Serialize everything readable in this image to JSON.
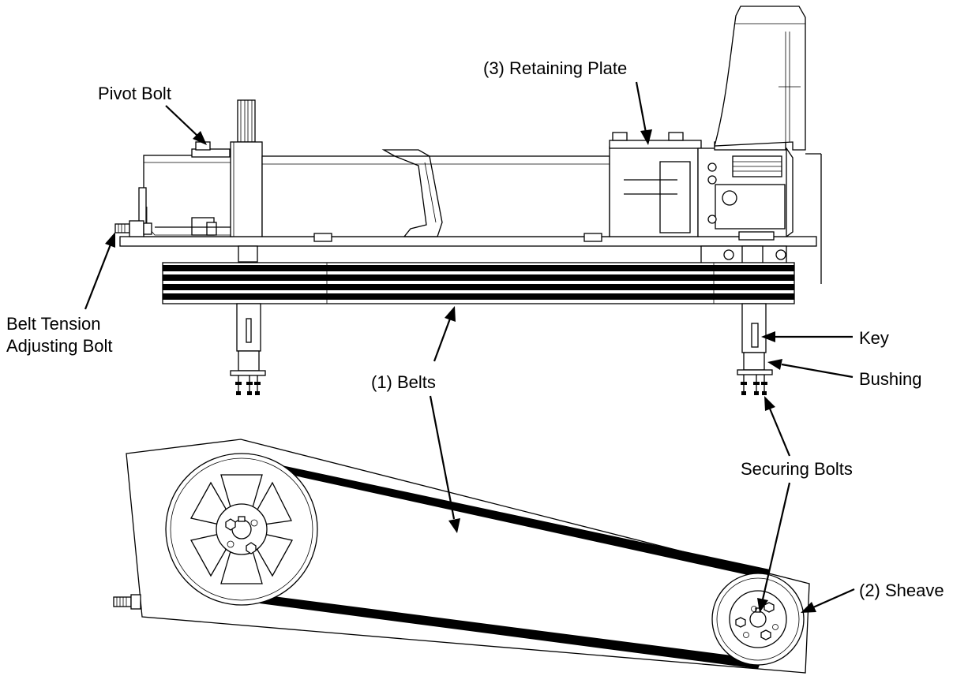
{
  "labels": {
    "pivot_bolt": "Pivot Bolt",
    "retaining_plate": "(3) Retaining Plate",
    "belt_tension_line1": "Belt Tension",
    "belt_tension_line2": "Adjusting Bolt",
    "belts": "(1) Belts",
    "key": "Key",
    "bushing": "Bushing",
    "securing_bolts": "Securing Bolts",
    "sheave": "(2) Sheave"
  }
}
